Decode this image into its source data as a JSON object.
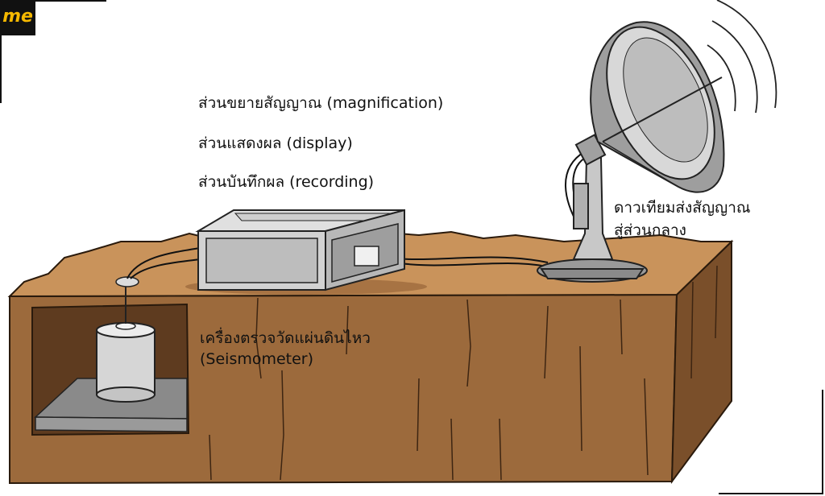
{
  "logo": {
    "text": "me",
    "bg_color": "#111111",
    "text_color": "#f5b800"
  },
  "labels": {
    "magnification": "ส่วนขยายสัญญาณ (magnification)",
    "display": "ส่วนแสดงผล (display)",
    "recording": "ส่วนบันทึกผล (recording)",
    "satellite_line1": "ดาวเทียมส่งสัญญาณ",
    "satellite_line2": "สู่ส่วนกลาง",
    "seismometer_line1": "เครื่องตรวจวัดแผ่นดินไหว",
    "seismometer_line2": "(Seismometer)"
  },
  "colors": {
    "ground_top": "#c9935b",
    "ground_front": "#9c6a3c",
    "ground_side": "#7a4f2a",
    "metal": "#c8c8c8"
  }
}
